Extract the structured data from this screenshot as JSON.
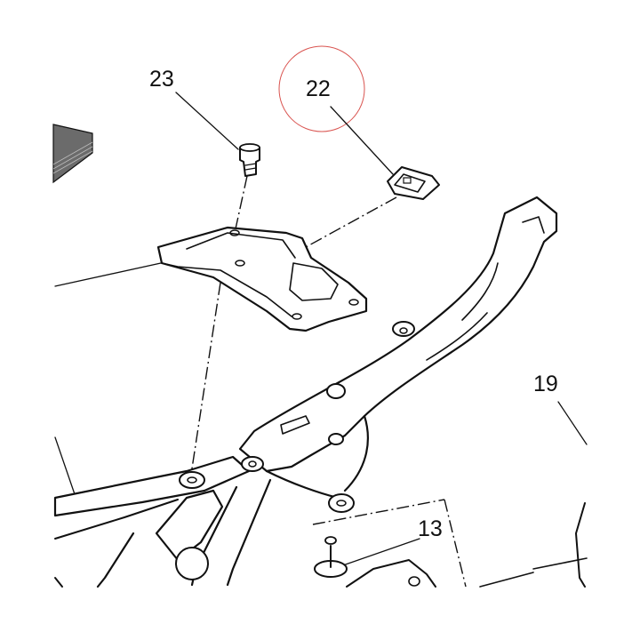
{
  "diagram": {
    "callouts": {
      "c23": "23",
      "c22": "22",
      "c19": "19",
      "c13": "13"
    },
    "highlight_color": "#d9534f",
    "line_color": "#111111",
    "background": "#ffffff"
  }
}
